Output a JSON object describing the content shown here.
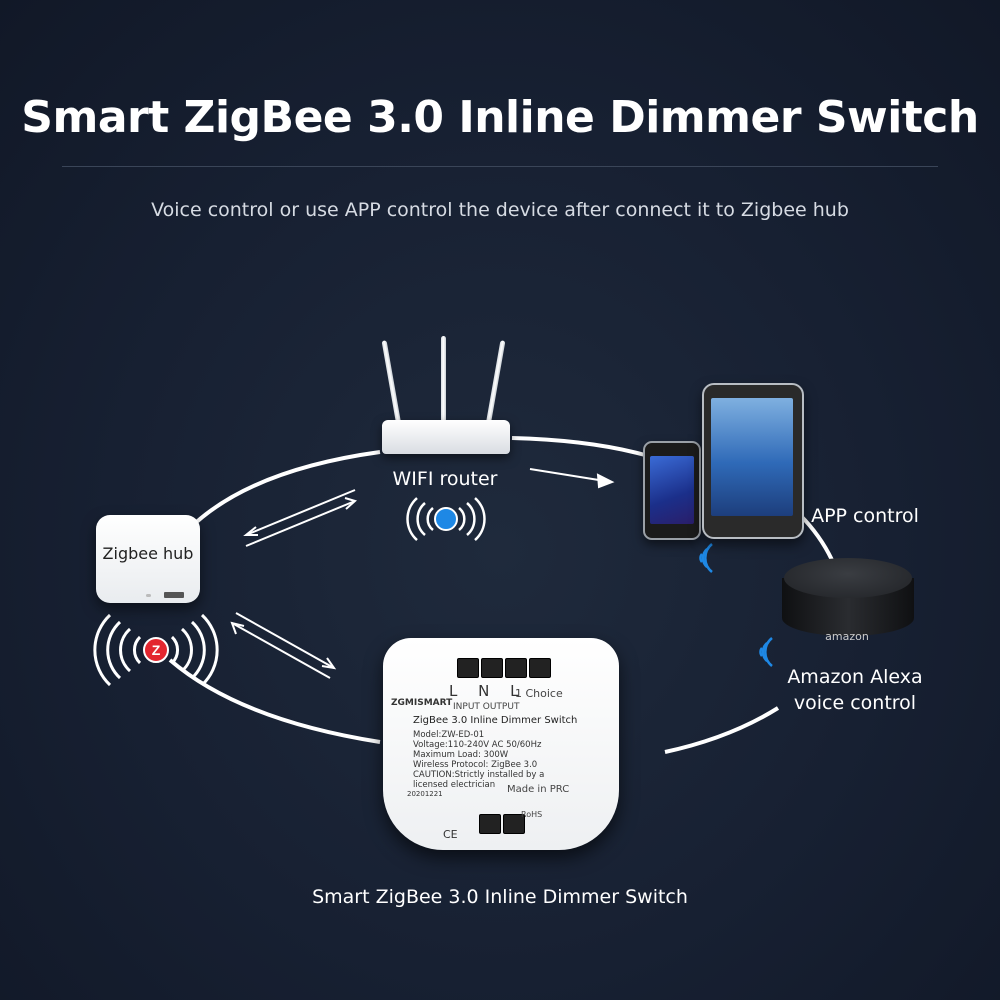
{
  "title": "Smart ZigBee 3.0 Inline Dimmer Switch",
  "subtitle": "Voice control or use APP control the device after connect it to Zigbee hub",
  "labels": {
    "wifi_router": "WIFI router",
    "zigbee_hub": "Zigbee hub",
    "app_control": "APP control",
    "alexa_line1": "Amazon Alexa",
    "alexa_line2": "voice control",
    "device": "Smart ZigBee 3.0 Inline Dimmer Switch"
  },
  "icons": {
    "wifi_badge": "WI-FI",
    "zigbee_badge": "Z",
    "echo_brand": "amazon"
  },
  "device_print": {
    "brand": "ZGMISMART",
    "terminals": "L N L",
    "choice": "1 Choice",
    "in_out": "INPUT  OUTPUT",
    "name": "ZigBee 3.0 Inline Dimmer Switch",
    "model": "Model:ZW-ED-01",
    "voltage": "Voltage:110-240V AC 50/60Hz",
    "load": "Maximum Load: 300W",
    "protocol": "Wireless Protocol: ZigBee 3.0",
    "caution": "CAUTION:Strictly installed by a licensed electrician",
    "date": "20201221",
    "made_in": "Made in PRC",
    "rohs": "RoHS",
    "ce": "CE"
  },
  "colors": {
    "background": "#172032",
    "zigbee_red": "#e3262f",
    "wifi_blue": "#1e88e5",
    "arc": "#ffffff"
  }
}
